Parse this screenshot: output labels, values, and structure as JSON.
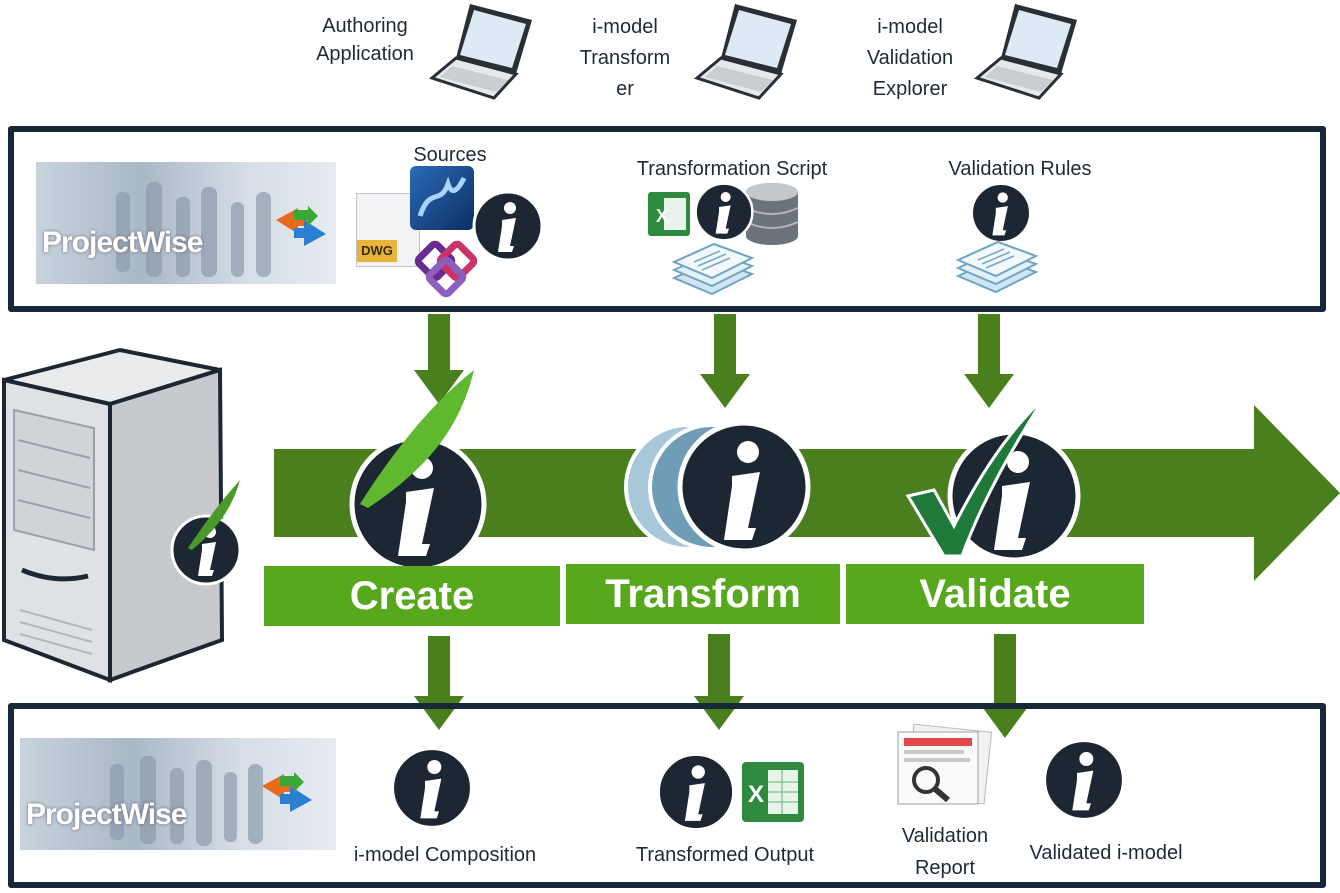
{
  "top_apps": [
    {
      "label": "Authoring\nApplication"
    },
    {
      "label": "i-model\nTransform\ner"
    },
    {
      "label": "i-model\nValidation\nExplorer"
    }
  ],
  "toolbox": {
    "projectwise_label": "ProjectWise",
    "sources_label": "Sources",
    "dwg_label": "DWG",
    "transformation_script_label": "Transformation Script",
    "validation_rules_label": "Validation Rules"
  },
  "stages": {
    "create": "Create",
    "transform": "Transform",
    "validate": "Validate"
  },
  "outputs": {
    "projectwise_label": "ProjectWise",
    "composition_label": "i-model Composition",
    "transformed_output_label": "Transformed Output",
    "validation_report_label": "Validation\nReport",
    "validated_imodel_label": "Validated i-model"
  },
  "colors": {
    "arrow_green": "#4a7f1d",
    "band_green": "#58a81e",
    "frame_navy": "#172838",
    "imodel_dark": "#1d2733"
  }
}
